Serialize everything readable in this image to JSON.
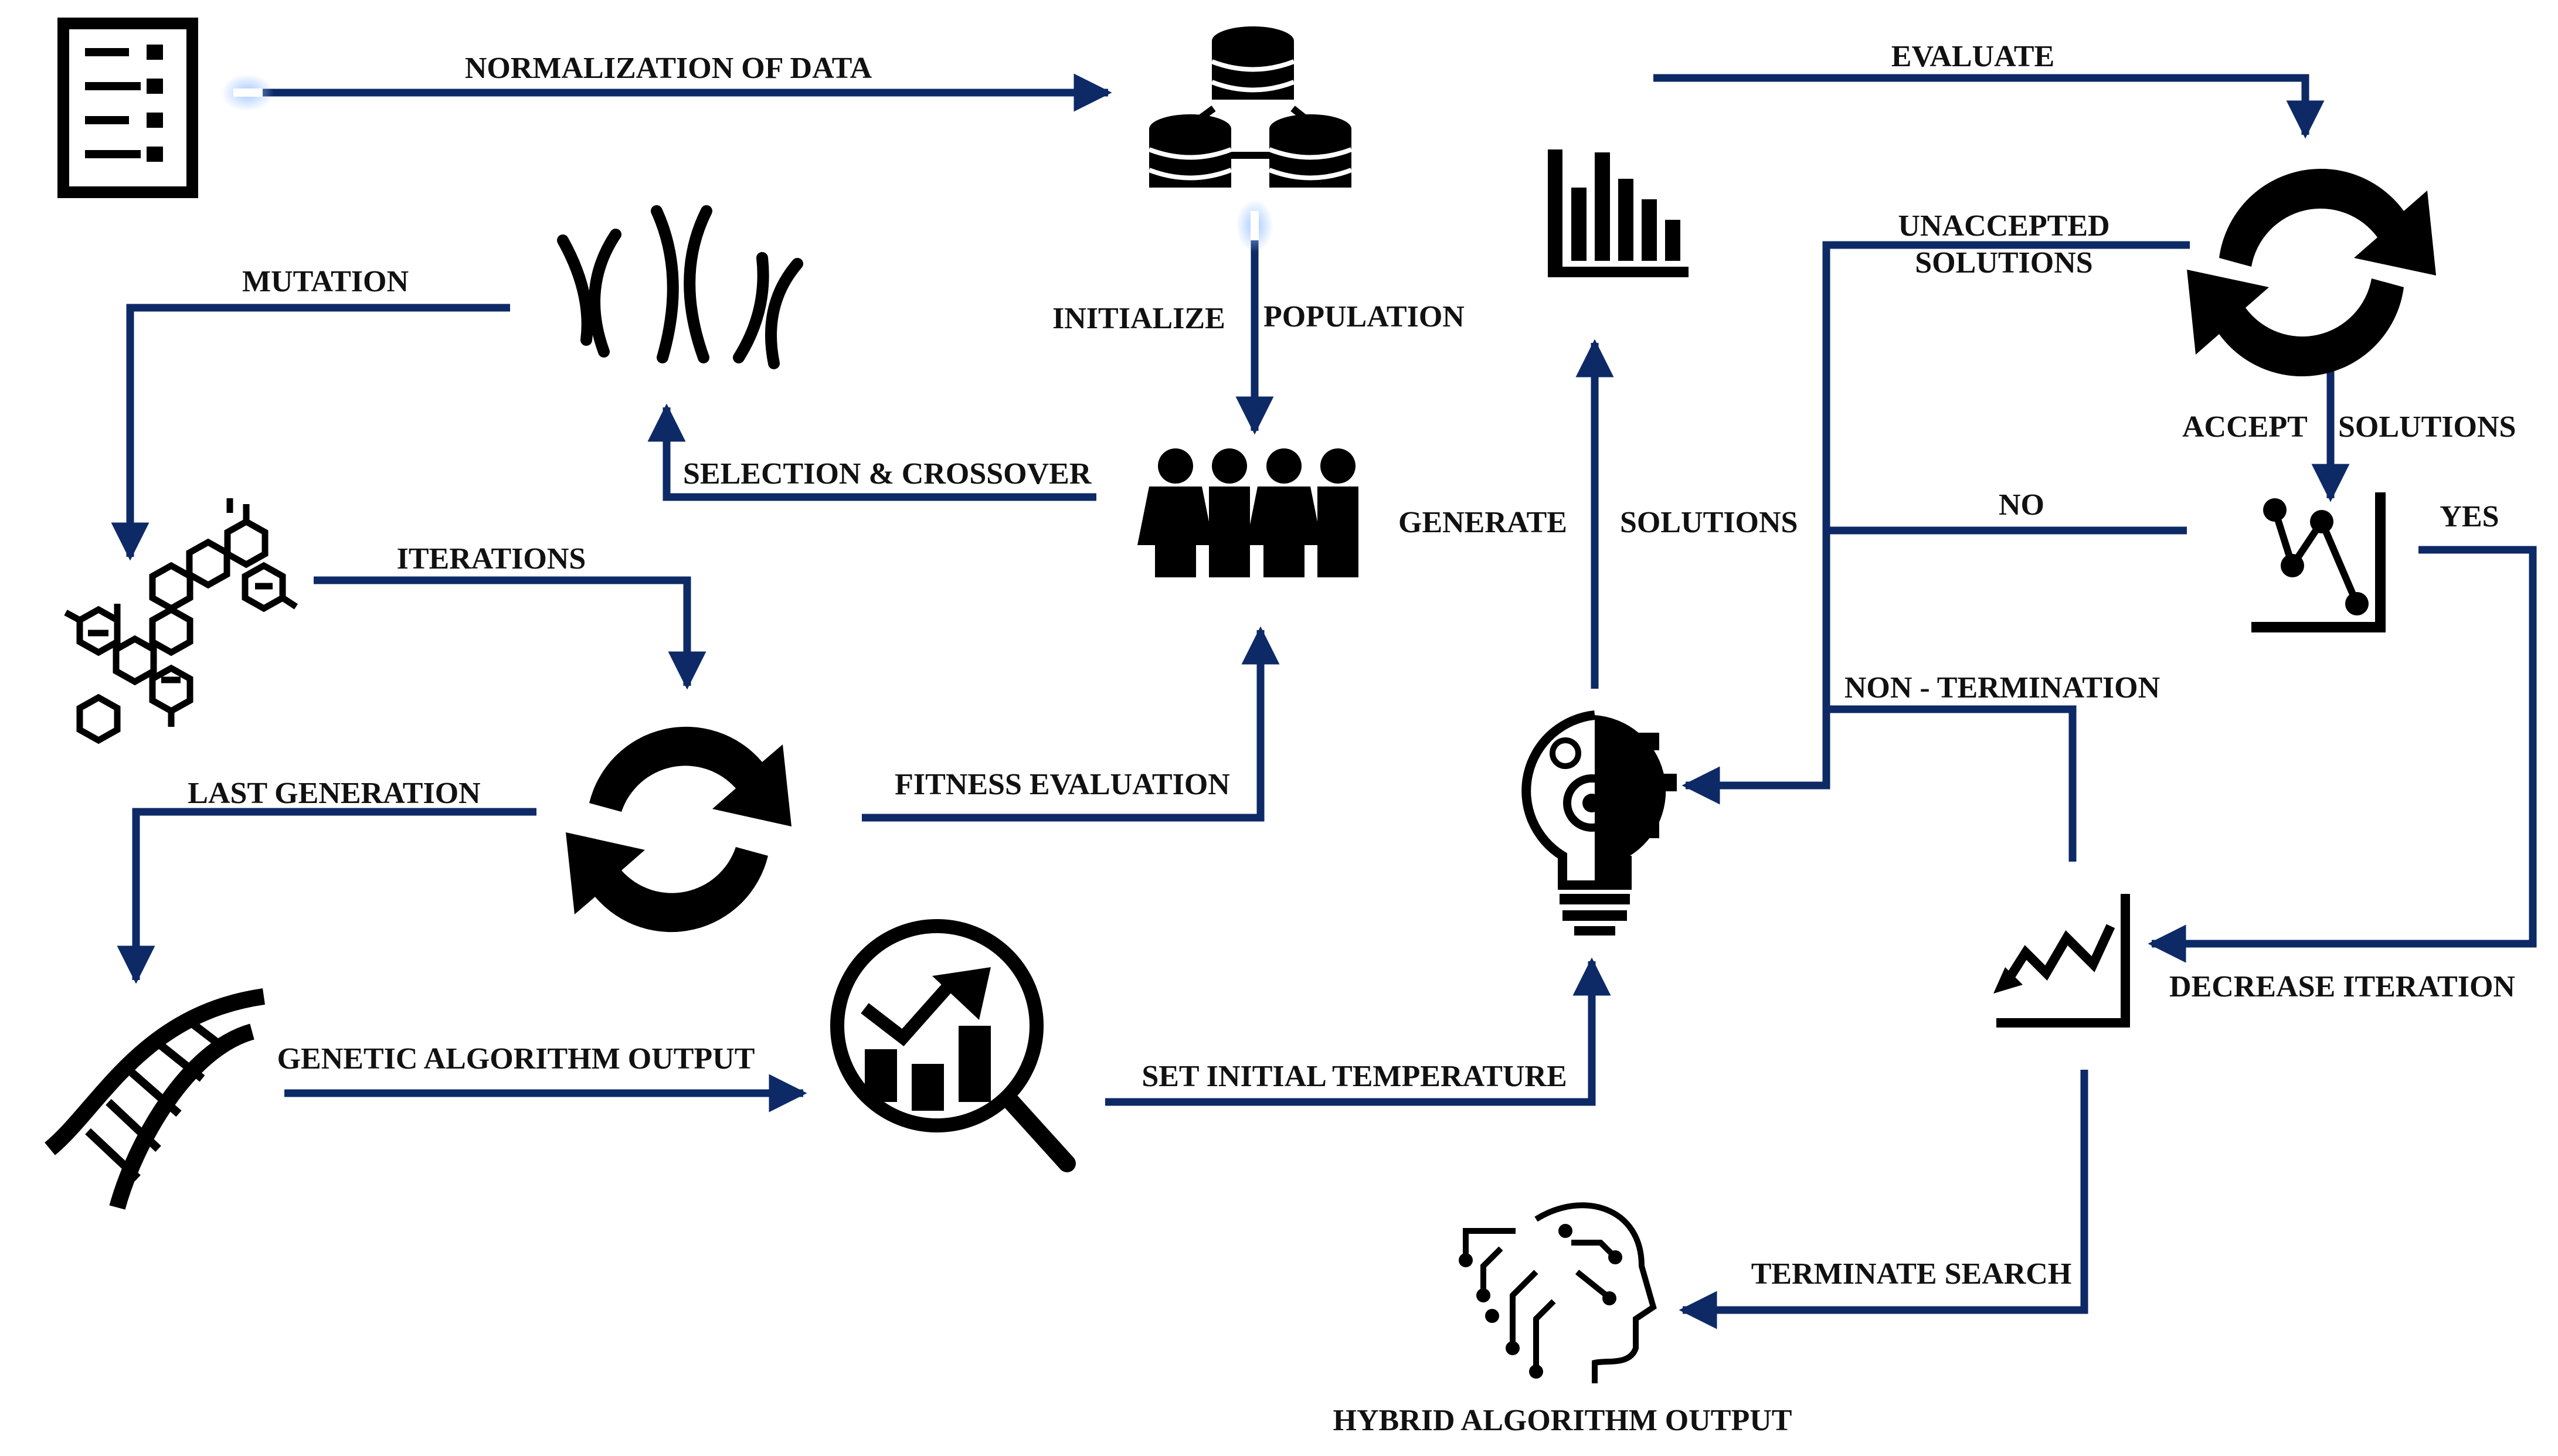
{
  "labels": {
    "normalization": "NORMALIZATION OF DATA",
    "initialize": "INITIALIZE",
    "population": "POPULATION",
    "selection_crossover": "SELECTION & CROSSOVER",
    "mutation": "MUTATION",
    "iterations": "ITERATIONS",
    "last_generation": "LAST GENERATION",
    "fitness_evaluation": "FITNESS EVALUATION",
    "genetic_output": "GENETIC ALGORITHM OUTPUT",
    "set_initial_temperature": "SET INITIAL TEMPERATURE",
    "generate": "GENERATE",
    "solutions": "SOLUTIONS",
    "evaluate": "EVALUATE",
    "unaccepted_1": "UNACCEPTED",
    "unaccepted_2": "SOLUTIONS",
    "accept": "ACCEPT",
    "accept_solutions": "SOLUTIONS",
    "no": "NO",
    "yes": "YES",
    "non_termination": "NON - TERMINATION",
    "decrease_iteration": "DECREASE ITERATION",
    "terminate_search": "TERMINATE SEARCH",
    "hybrid_output": "HYBRID ALGORITHM OUTPUT"
  },
  "icons": [
    "document-list-icon",
    "database-network-icon",
    "bar-chart-icon",
    "refresh-cycle-icon",
    "chromosome-icon",
    "people-group-icon",
    "line-chart-icon",
    "molecule-icon",
    "cycle-arrows-icon",
    "idea-gear-bulb-icon",
    "stock-down-chart-icon",
    "dna-icon",
    "analytics-magnifier-icon",
    "ai-head-icon"
  ],
  "colors": {
    "connector": "#0d2a66",
    "icon": "#000000",
    "glow": "#6fa8ff"
  }
}
